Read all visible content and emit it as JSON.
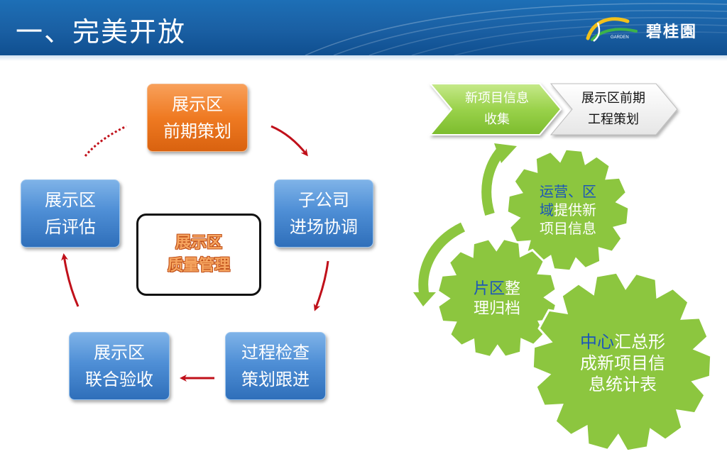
{
  "header": {
    "title": "一、完美开放",
    "logo_text": "碧桂園",
    "logo_sub": "GARDEN"
  },
  "cycle": {
    "top": [
      "展示区",
      "前期策划"
    ],
    "right": [
      "子公司",
      "进场协调"
    ],
    "bottom_right": [
      "过程检查",
      "策划跟进"
    ],
    "bottom_left": [
      "展示区",
      "联合验收"
    ],
    "left": [
      "展示区",
      "后评估"
    ],
    "center": [
      "展示区",
      "质量管理"
    ]
  },
  "chevrons": {
    "first": [
      "新项目信息",
      "收集"
    ],
    "second": [
      "展示区前期",
      "工程策划"
    ]
  },
  "gears": {
    "g1": {
      "hl1": "运营、区",
      "hl2": "域",
      "rest2": "提供新",
      "line3": "项目信息"
    },
    "g2": {
      "hl1": "片区",
      "rest1": "整",
      "line2": "理归档"
    },
    "g3": {
      "hl1": "中心",
      "rest1": "汇总形",
      "line2": "成新项目信",
      "line3": "息统计表"
    }
  },
  "colors": {
    "header_blue": "#1a5fa3",
    "box_blue": "#4f8fd6",
    "box_orange": "#ef7a22",
    "arrow_red": "#c0101a",
    "gear_green": "#8cc63f",
    "highlight_blue": "#1b56b8"
  }
}
